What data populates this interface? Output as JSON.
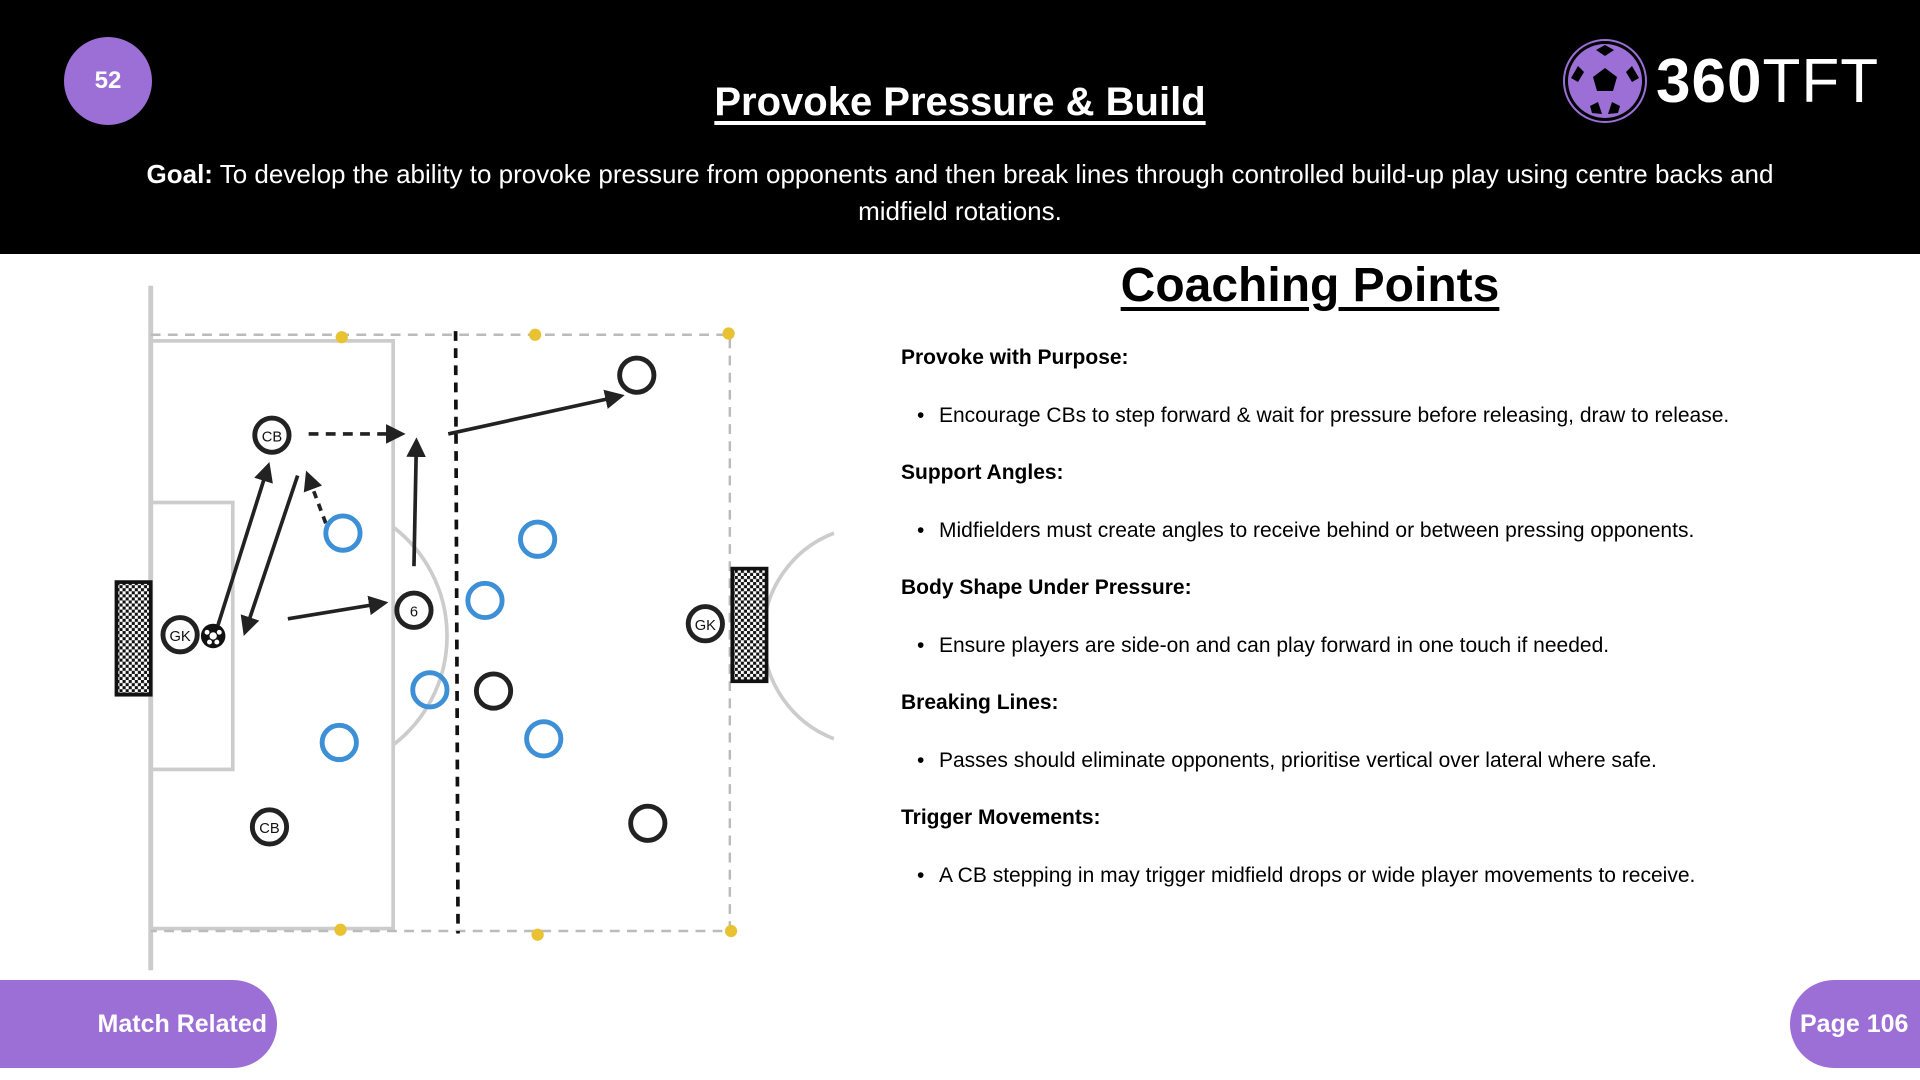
{
  "header": {
    "slide_number": "52",
    "title": "Provoke Pressure & Build",
    "goal_label": "Goal:",
    "goal_text": " To develop the ability to provoke pressure from opponents and then break lines through controlled build-up play using centre backs and midfield rotations.",
    "logo": {
      "bold": "360",
      "light": "TFT"
    }
  },
  "diagram": {
    "labels": {
      "gk": "GK",
      "cb": "CB",
      "six": "6"
    }
  },
  "coaching": {
    "title": "Coaching Points",
    "sections": [
      {
        "heading": "Provoke with Purpose:",
        "bullet": "Encourage CBs to step forward & wait for pressure before releasing, draw to release."
      },
      {
        "heading": "Support Angles:",
        "bullet": "Midfielders must create angles to receive behind or between pressing opponents."
      },
      {
        "heading": "Body Shape Under Pressure:",
        "bullet": "Ensure players are side-on and can play forward in one touch if needed."
      },
      {
        "heading": "Breaking Lines:",
        "bullet": "Passes should eliminate opponents, prioritise vertical over lateral where safe."
      },
      {
        "heading": "Trigger Movements:",
        "bullet": "A CB stepping in may trigger midfield drops or wide player movements to receive."
      }
    ]
  },
  "footer": {
    "category": "Match Related",
    "page": "Page 106"
  },
  "colors": {
    "accent": "#9b6fd6",
    "blue_player": "#3d8fd6",
    "cone": "#e8c230"
  }
}
